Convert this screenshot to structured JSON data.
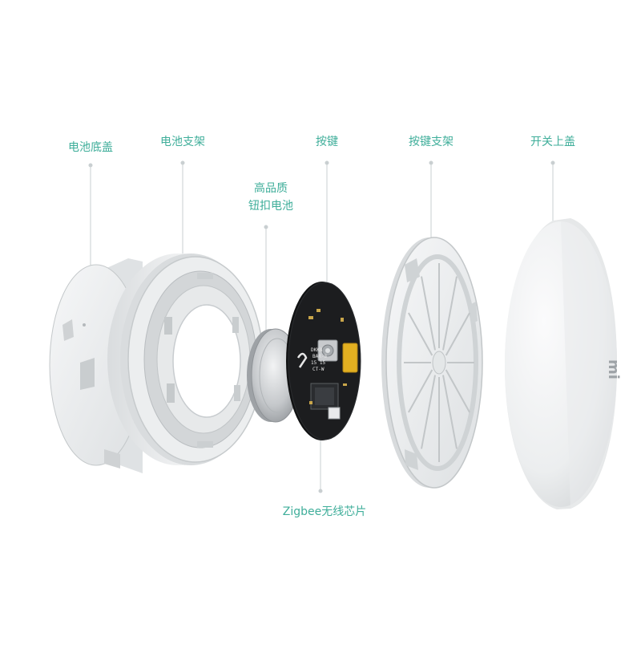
{
  "labels": {
    "battery_cover": "电池底盖",
    "battery_bracket": "电池支架",
    "coin_battery_line1": "高品质",
    "coin_battery_line2": "钮扣电池",
    "button": "按键",
    "button_bracket": "按键支架",
    "top_cover": "开关上盖",
    "chip": "Zigbee无线芯片"
  },
  "pcb_markings": {
    "line1": "DKK8",
    "line2": "BAR-3",
    "line3": "15 15",
    "line4": "CT-W"
  },
  "brand_mark": "mi",
  "colors": {
    "label_text": "#3fae9a",
    "leader_line": "#c9cfd1",
    "plastic_white": "#eef0f1",
    "plastic_shadow": "#bfc3c5",
    "pcb_black": "#1c1d1f",
    "battery_gold": "#e3b021",
    "metal_silver": "#c5c8cb"
  }
}
